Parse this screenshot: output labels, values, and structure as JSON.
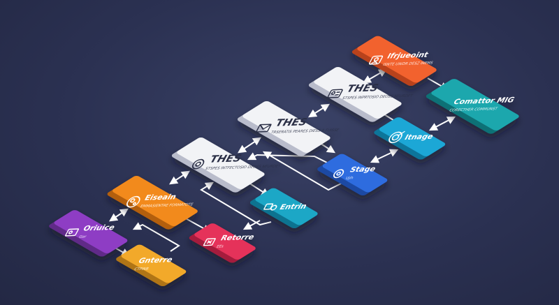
{
  "diagram": {
    "nodes": [
      {
        "id": "n1",
        "title": "Ifrjueoint",
        "subtitle": "ISNTE UWDR DESZ INEMS",
        "icon": "user-icon",
        "color": "#f2622e",
        "side": "#b8431a"
      },
      {
        "id": "n2",
        "title": "THES",
        "subtitle": "STSPES INPRTOSIO DEOSS NFURDET",
        "icon": "id-card-icon",
        "color": "#f2f3f6",
        "side": "#b9bccb"
      },
      {
        "id": "n3",
        "title": "Comattor MIG",
        "subtitle": "CORECTHER COMMUNST",
        "icon": "",
        "color": "#1ba7ad",
        "side": "#117176"
      },
      {
        "id": "n4",
        "title": "THES",
        "subtitle": "TRSERATIS PEARES DIESS A FUISSE",
        "icon": "envelope-icon",
        "color": "#f2f3f6",
        "side": "#b9bccb"
      },
      {
        "id": "n5",
        "title": "Itnage",
        "subtitle": "",
        "icon": "target-icon",
        "color": "#1ba7d6",
        "side": "#10749a"
      },
      {
        "id": "n6",
        "title": "THES",
        "subtitle": "STSPES INTFECTOSIO DEOSS NFURDET",
        "icon": "at-sign-icon",
        "color": "#f2f3f6",
        "side": "#b9bccb"
      },
      {
        "id": "n7",
        "title": "Stage",
        "subtitle": "Ujih",
        "icon": "gear-icon",
        "color": "#2d6cdf",
        "side": "#1c4aa3"
      },
      {
        "id": "n8",
        "title": "Eiseain",
        "subtitle": "EMMASIENTAE FORMATOTE",
        "icon": "network-icon",
        "color": "#f28a1e",
        "side": "#b35f0f"
      },
      {
        "id": "n9",
        "title": "Entrin",
        "subtitle": "",
        "icon": "chat-icon",
        "color": "#1ba7c6",
        "side": "#107390"
      },
      {
        "id": "n10",
        "title": "Oriuice",
        "subtitle": "Ger",
        "icon": "card-icon",
        "color": "#8e3ec4",
        "side": "#612a88"
      },
      {
        "id": "n11",
        "title": "Retorre",
        "subtitle": "EEs",
        "icon": "close-icon",
        "color": "#e5325a",
        "side": "#a51f3d"
      },
      {
        "id": "n12",
        "title": "Gnterre",
        "subtitle": "CTPINB",
        "icon": "",
        "color": "#f2a92a",
        "side": "#b07516"
      }
    ]
  }
}
